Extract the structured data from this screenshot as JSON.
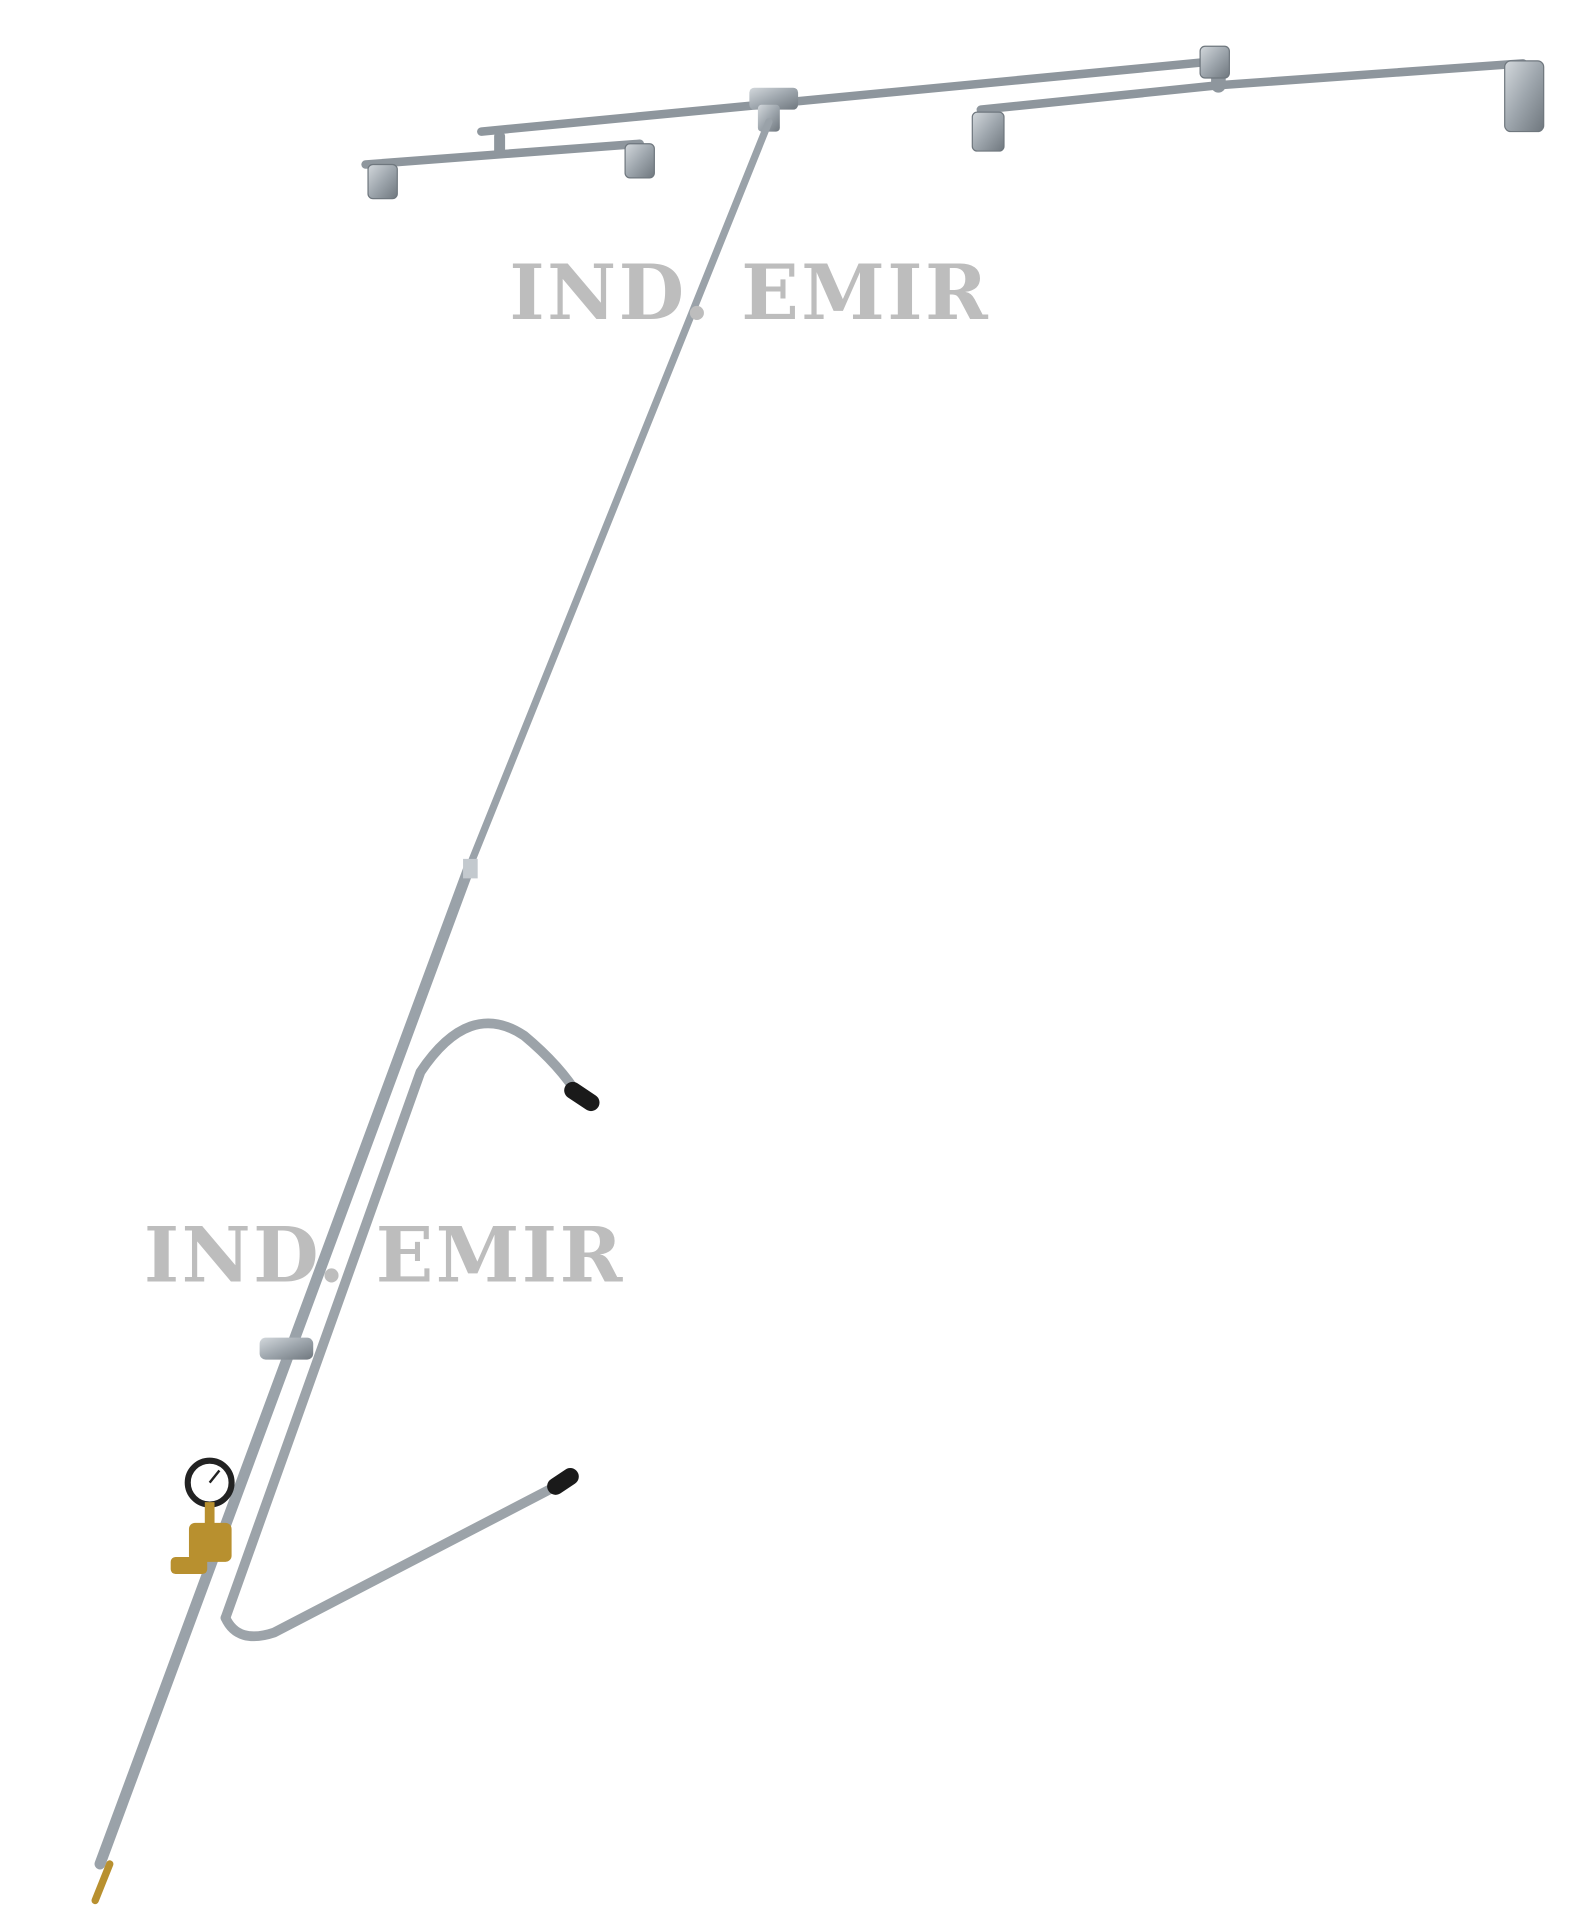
{
  "image": {
    "subject": "sprayer-boom-lance",
    "watermarks": [
      "IND. EMIR",
      "IND. EMIR"
    ]
  },
  "colors": {
    "background": "#ffffff",
    "metal": "#a9b0b6",
    "metal_dark": "#6f777e",
    "brass": "#b8902f",
    "rubber": "#1a1a1a",
    "watermark": "#bdbdbd"
  }
}
